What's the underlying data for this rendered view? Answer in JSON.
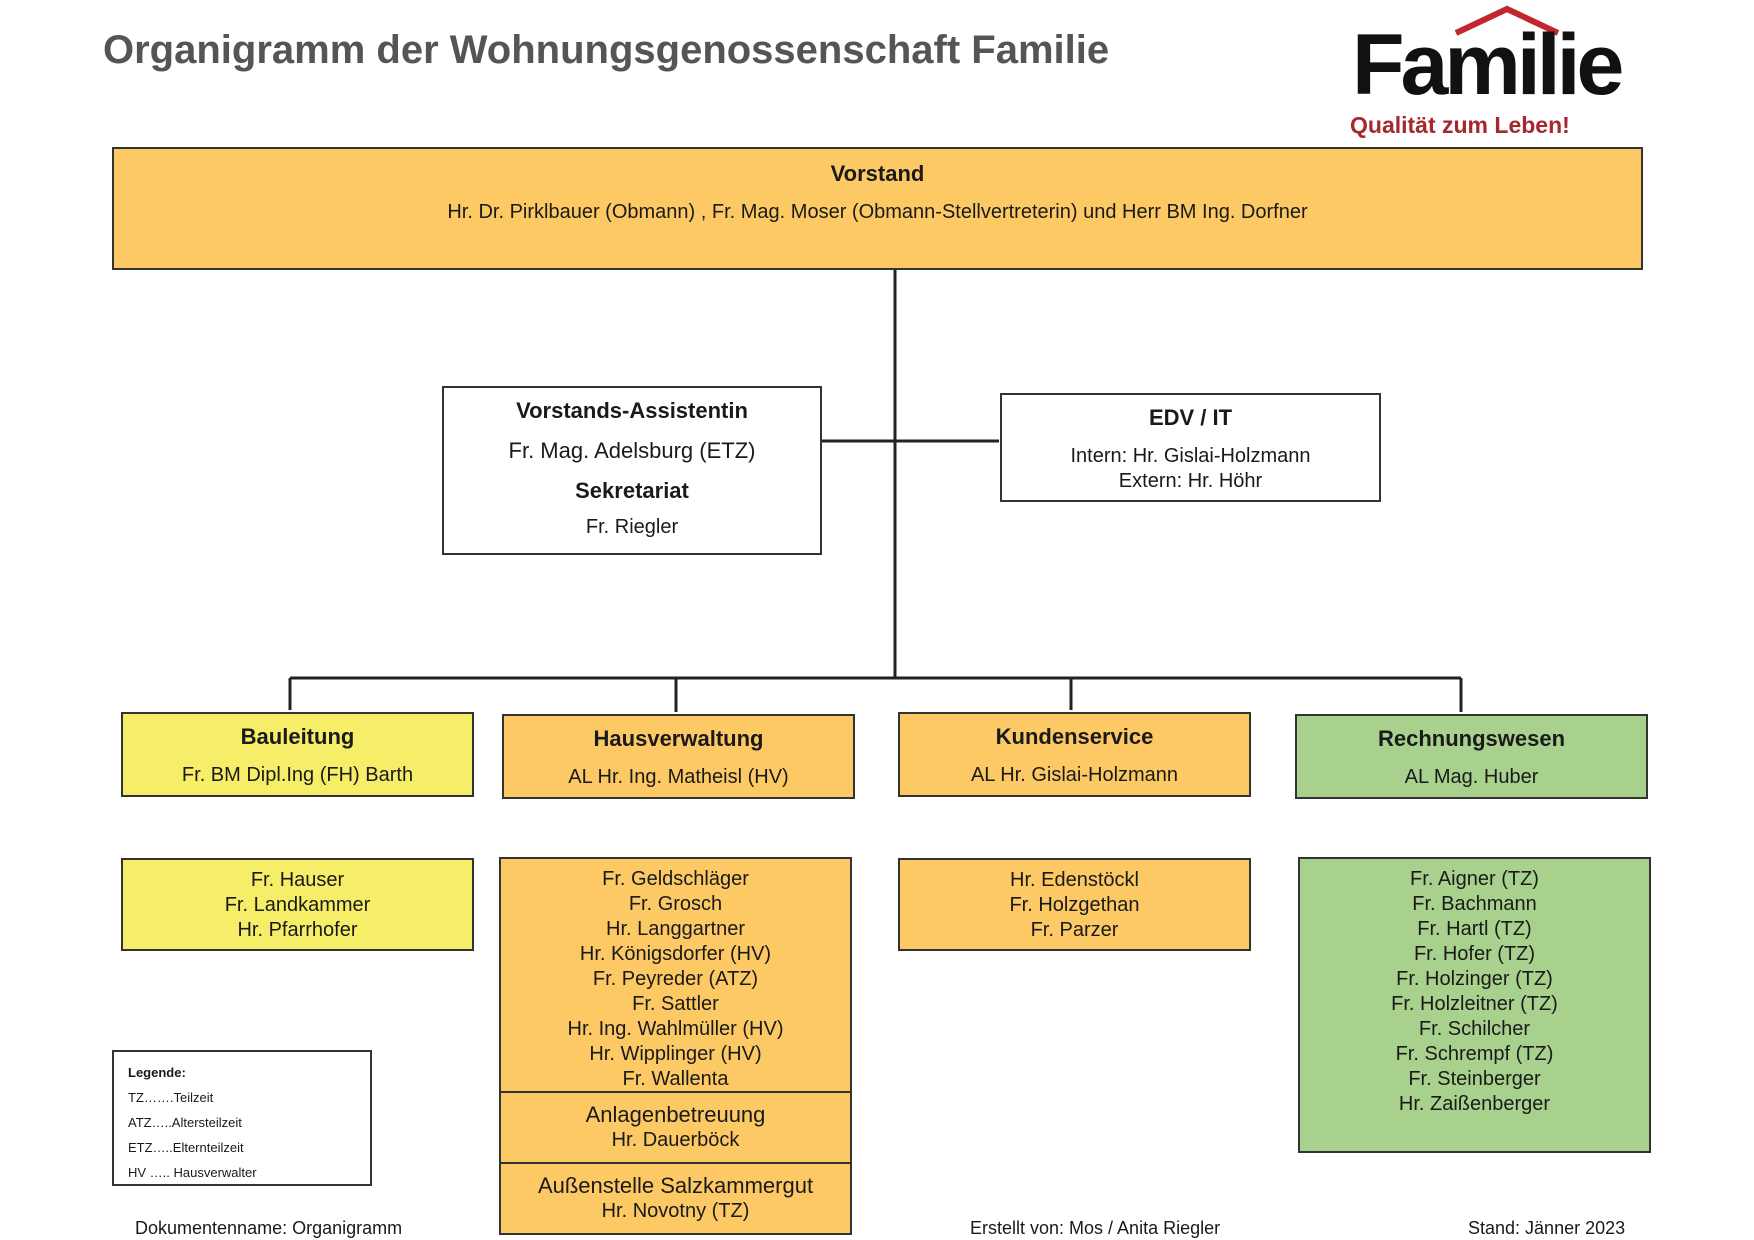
{
  "title": "Organigramm der Wohnungsgenossenschaft Familie",
  "logo": {
    "word": "Familie",
    "tagline": "Qualität zum Leben!"
  },
  "colors": {
    "orange": "#fdc965",
    "yellow": "#f6ee68",
    "green": "#a9d18e",
    "logo_red": "#c0282e",
    "line": "#222222"
  },
  "vorstand": {
    "heading": "Vorstand",
    "members": "Hr. Dr. Pirklbauer (Obmann) , Fr. Mag. Moser (Obmann-Stellvertreterin) und Herr BM Ing. Dorfner"
  },
  "assistentin": {
    "heading": "Vorstands-Assistentin",
    "person": "Fr. Mag. Adelsburg (ETZ)",
    "sub_heading": "Sekretariat",
    "sub_person": "Fr. Riegler"
  },
  "edv": {
    "heading": "EDV / IT",
    "intern": "Intern:  Hr. Gislai-Holzmann",
    "extern": "Extern: Hr. Höhr"
  },
  "departments": [
    {
      "heading": "Bauleitung",
      "lead": "Fr. BM Dipl.Ing (FH) Barth",
      "staff": [
        "Fr. Hauser",
        "Fr. Landkammer",
        "Hr. Pfarrhofer"
      ]
    },
    {
      "heading": "Hausverwaltung",
      "lead": "AL Hr. Ing. Matheisl (HV)",
      "staff": [
        "Fr. Geldschläger",
        "Fr. Grosch",
        "Hr. Langgartner",
        "Hr. Königsdorfer (HV)",
        "Fr. Peyreder (ATZ)",
        "Fr. Sattler",
        "Hr. Ing. Wahlmüller (HV)",
        "Hr. Wipplinger (HV)",
        "Fr. Wallenta"
      ]
    },
    {
      "heading": "Kundenservice",
      "lead": "AL Hr. Gislai-Holzmann",
      "staff": [
        "Hr. Edenstöckl",
        "Fr. Holzgethan",
        "Fr. Parzer"
      ]
    },
    {
      "heading": "Rechnungswesen",
      "lead": "AL Mag. Huber",
      "staff": [
        "Fr. Aigner (TZ)",
        "Fr. Bachmann",
        "Fr. Hartl (TZ)",
        "Fr. Hofer (TZ)",
        "Fr. Holzinger (TZ)",
        "Fr. Holzleitner (TZ)",
        "Fr. Schilcher",
        "Fr. Schrempf (TZ)",
        "Fr. Steinberger",
        "Hr. Zaißenberger"
      ]
    }
  ],
  "anlagen": {
    "heading": "Anlagenbetreuung",
    "person": "Hr. Dauerböck"
  },
  "aussenstelle": {
    "heading": "Außenstelle Salzkammergut",
    "person": "Hr. Novotny (TZ)"
  },
  "legend": {
    "heading": "Legende:",
    "items": [
      "TZ…….Teilzeit",
      "ATZ…..Altersteilzeit",
      "ETZ…..Elternteilzeit",
      "HV ….. Hausverwalter"
    ]
  },
  "footer": {
    "document": "Dokumentenname:  Organigramm",
    "created": "Erstellt von: Mos / Anita Riegler",
    "date": "Stand: Jänner 2023"
  }
}
